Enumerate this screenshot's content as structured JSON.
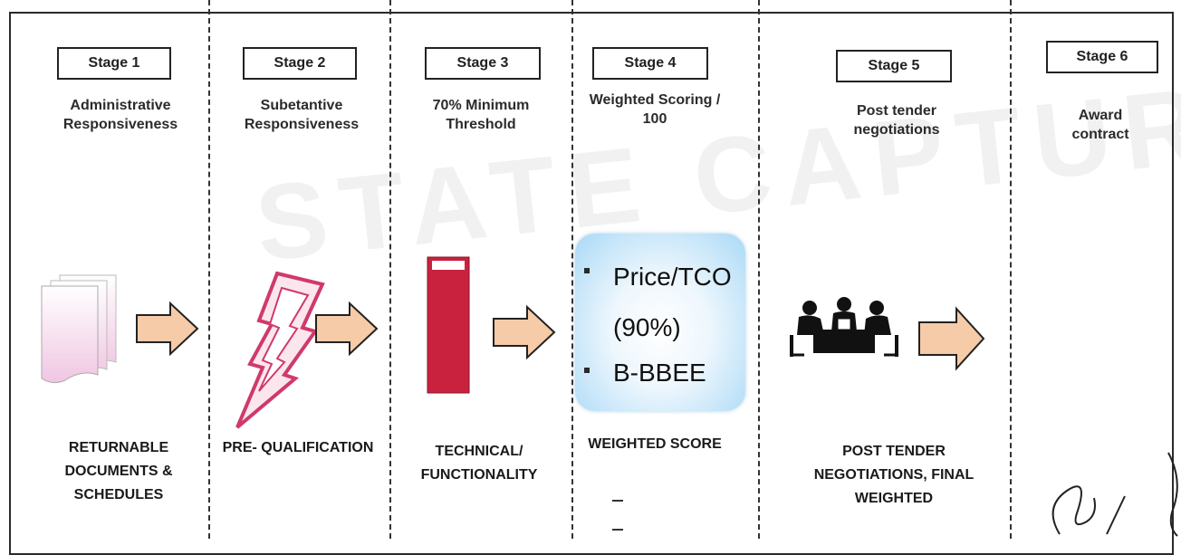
{
  "stages": [
    {
      "label": "Stage 1",
      "subtitle": "Administrative Responsiveness",
      "bottom": "RETURNABLE DOCUMENTS & SCHEDULES"
    },
    {
      "label": "Stage 2",
      "subtitle": "Subetantive Responsiveness",
      "bottom": "PRE- QUALIFICATION"
    },
    {
      "label": "Stage 3",
      "subtitle": "70% Minimum Threshold",
      "bottom": "TECHNICAL/ FUNCTIONALITY"
    },
    {
      "label": "Stage 4",
      "subtitle": "Weighted Scoring / 100",
      "bottom": "WEIGHTED SCORE"
    },
    {
      "label": "Stage 5",
      "subtitle": "Post tender negotiations",
      "bottom": "POST TENDER NEGOTIATIONS, FINAL WEIGHTED"
    },
    {
      "label": "Stage 6",
      "subtitle": "Award contract",
      "bottom": ""
    }
  ],
  "weighted_card": {
    "line1": "Price/TCO",
    "line2": "(90%)",
    "line3": "B-BBEE"
  },
  "watermark": "STATE CAPTURE",
  "colors": {
    "arrow_fill": "#f6cba8",
    "arrow_stroke": "#222222",
    "bar_red": "#c8223e",
    "bolt_pink": "#cf3a6a",
    "card_blue": "#a9d9f6"
  },
  "icons": {
    "stage1": "document-stack-icon",
    "stage2": "lightning-bolt-icon",
    "stage3": "threshold-bar-icon",
    "stage5": "meeting-table-icon"
  }
}
